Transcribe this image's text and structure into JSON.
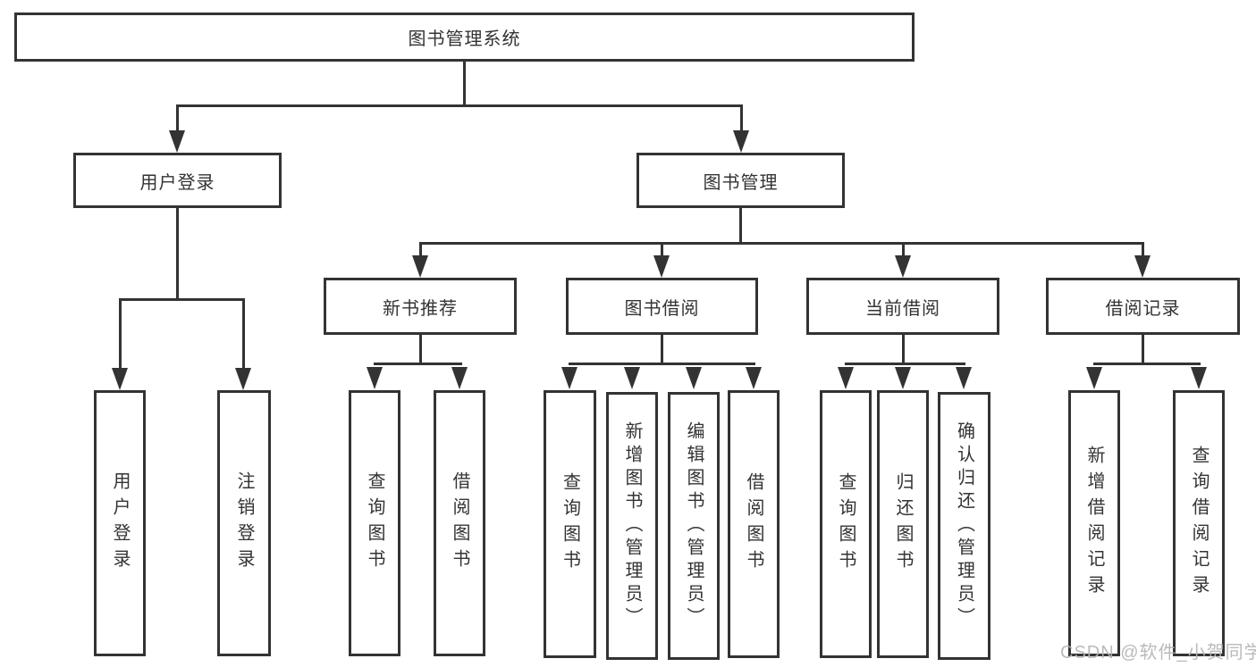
{
  "diagram": {
    "type": "tree",
    "title": "图书管理系统",
    "colors": {
      "line": "#333333",
      "box_border": "#333333",
      "text": "#333333",
      "background": "#ffffff",
      "watermark": "#b2b2b2"
    }
  },
  "tree": {
    "label": "图书管理系统",
    "children": [
      {
        "label": "用户登录",
        "children": [
          {
            "label": "用户登录"
          },
          {
            "label": "注销登录"
          }
        ]
      },
      {
        "label": "图书管理",
        "children": [
          {
            "label": "新书推荐",
            "children": [
              {
                "label": "查询图书"
              },
              {
                "label": "借阅图书"
              }
            ]
          },
          {
            "label": "图书借阅",
            "children": [
              {
                "label": "查询图书"
              },
              {
                "label": "新增图书（管理员）"
              },
              {
                "label": "编辑图书（管理员）"
              },
              {
                "label": "借阅图书"
              }
            ]
          },
          {
            "label": "当前借阅",
            "children": [
              {
                "label": "查询图书"
              },
              {
                "label": "归还图书"
              },
              {
                "label": "确认归还（管理员）"
              }
            ]
          },
          {
            "label": "借阅记录",
            "children": [
              {
                "label": "新增借阅记录"
              },
              {
                "label": "查询借阅记录"
              }
            ]
          }
        ]
      }
    ]
  },
  "watermark": {
    "text": "CSDN @软件_小贺同学"
  }
}
